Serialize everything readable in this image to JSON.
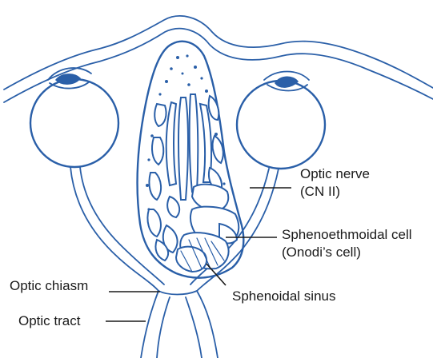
{
  "labels": {
    "optic_nerve_line1": "Optic nerve",
    "optic_nerve_line2": "(CN II)",
    "sphenoethmoidal_line1": "Sphenoethmoidal cell",
    "sphenoethmoidal_line2": "(Onodi’s cell)",
    "sphenoidal_sinus": "Sphenoidal sinus",
    "optic_chiasm": "Optic chiasm",
    "optic_tract": "Optic tract"
  },
  "colors": {
    "ink": "#2a5fa8",
    "text": "#1a1a1a",
    "background": "#ffffff"
  }
}
